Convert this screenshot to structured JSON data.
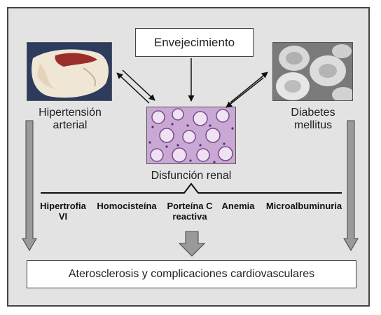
{
  "top_box": "Envejecimiento",
  "left_node": "Hipertensión\narterial",
  "right_node": "Diabetes\nmellitus",
  "center_node": "Disfunción renal",
  "factors": [
    {
      "id": "hipertrofia",
      "text": "Hipertrofia\nVI"
    },
    {
      "id": "homocisteina",
      "text": "Homocisteína"
    },
    {
      "id": "proteina-c",
      "text": "Porteína C\nreactiva"
    },
    {
      "id": "anemia",
      "text": "Anemia"
    },
    {
      "id": "microalbuminuria",
      "text": "Microalbuminuria"
    }
  ],
  "bottom_box": "Aterosclerosis y complicaciones cardiovasculares",
  "images": {
    "left": "heart-section-photo",
    "center": "kidney-histology-photo",
    "right": "red-blood-cells-micrograph"
  },
  "colors": {
    "background": "#e3e3e3",
    "arrow_fill": "#9a9a9a",
    "border": "#444444"
  }
}
